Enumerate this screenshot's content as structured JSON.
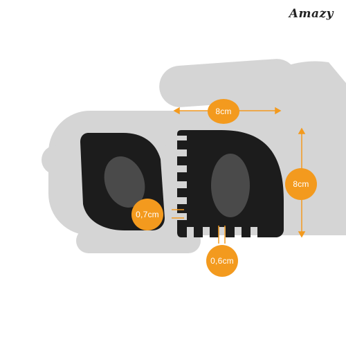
{
  "brand": {
    "name": "Amazy"
  },
  "colors": {
    "accent": "#f39a1e",
    "hand": "#d5d5d5",
    "scraper": "#1c1c1c",
    "grip": "#4a4a4a"
  },
  "dimensions": {
    "width_label": "8cm",
    "height_label": "8cm",
    "tooth_gap_label": "0,7cm",
    "tooth_width_label": "0,6cm"
  }
}
